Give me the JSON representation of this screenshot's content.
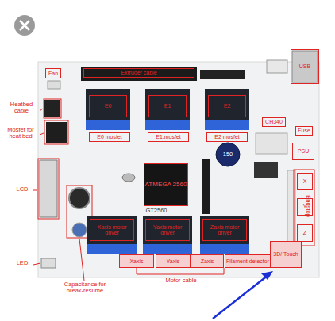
{
  "diagram": {
    "nodes": [
      {
        "text": [
          "Fan"
        ]
      },
      {
        "text": [
          "Extruder cable"
        ]
      },
      {
        "text": [
          "USB"
        ]
      },
      {
        "text": [
          "E0"
        ]
      },
      {
        "text": [
          "E1"
        ]
      },
      {
        "text": [
          "E2"
        ]
      },
      {
        "text": [
          "E0 mosfet"
        ]
      },
      {
        "text": [
          "E1.mosfet"
        ]
      },
      {
        "text": [
          "E2 mosfet"
        ]
      },
      {
        "text": [
          "CH340"
        ]
      },
      {
        "text": [
          "Fuse"
        ]
      },
      {
        "text": [
          "PSU"
        ]
      },
      {
        "text": [
          "ATMEGA 2560"
        ]
      },
      {
        "text": [
          "X"
        ]
      },
      {
        "text": [
          "Y"
        ]
      },
      {
        "text": [
          "Z"
        ]
      },
      {
        "text": [
          "Xaxis motor driver"
        ]
      },
      {
        "text": [
          "Yaxis motor driver"
        ]
      },
      {
        "text": [
          "Zaxis motor driver"
        ]
      },
      {
        "text": [
          "Xaxis"
        ]
      },
      {
        "text": [
          "Yaxis"
        ]
      },
      {
        "text": [
          "Zaxis"
        ]
      },
      {
        "text": [
          "Filament detector"
        ]
      },
      {
        "text": [
          "3D/ Touch"
        ]
      }
    ],
    "labels": [
      "Heatbed cable",
      "Mosfet for heat bed",
      "LCD",
      "LED",
      "Capacitance for break-resume",
      "Motor cable",
      "Endstop",
      "GT2560",
      "150"
    ]
  }
}
